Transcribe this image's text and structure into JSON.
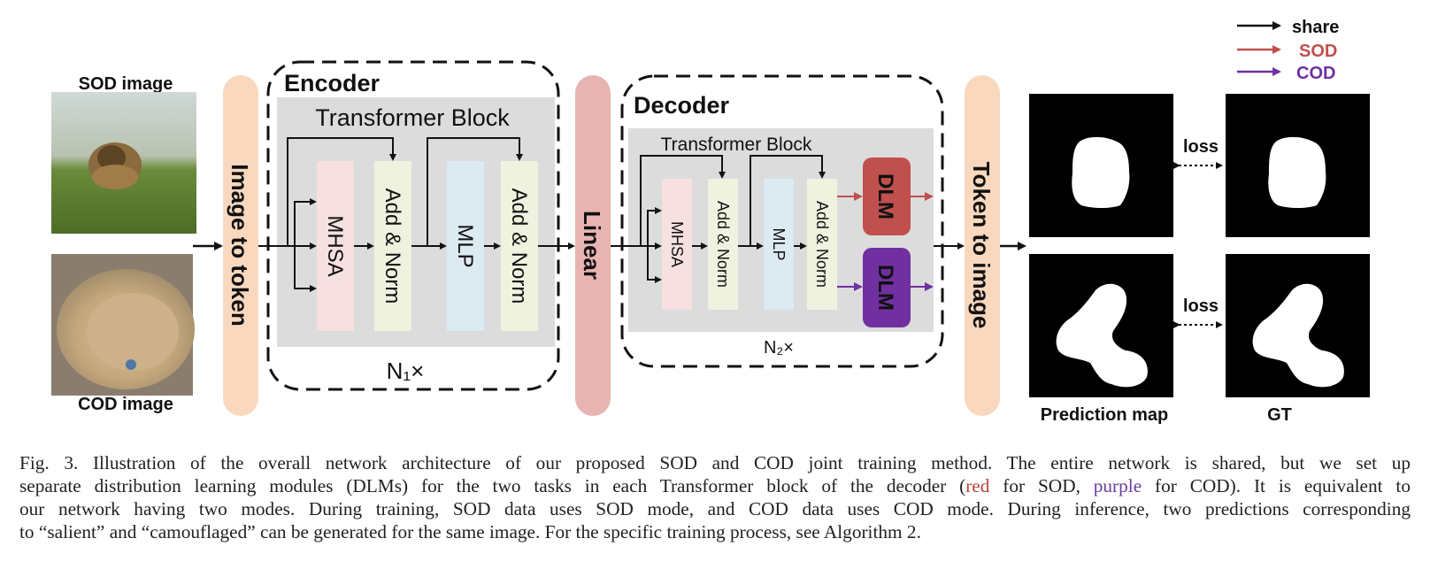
{
  "legend": {
    "items": [
      {
        "label": "share",
        "color": "#111111"
      },
      {
        "label": "SOD",
        "color": "#c0504d"
      },
      {
        "label": "COD",
        "color": "#7030a0"
      }
    ]
  },
  "inputs": {
    "sod_label": "SOD image",
    "cod_label": "COD image"
  },
  "image_to_token": "Image to token",
  "encoder": {
    "title": "Encoder",
    "block_title": "Transformer Block",
    "modules": [
      "MHSA",
      "Add & Norm",
      "MLP",
      "Add & Norm"
    ],
    "repeat": "N₁×"
  },
  "linear": "Linear",
  "decoder": {
    "title": "Decoder",
    "block_title": "Transformer Block",
    "modules": [
      "MHSA",
      "Add & Norm",
      "MLP",
      "Add & Norm"
    ],
    "dlm_label": "DLM",
    "repeat": "N₂×"
  },
  "token_to_image": "Token to image",
  "outputs": {
    "loss_label": "loss",
    "prediction_label": "Prediction map",
    "gt_label": "GT"
  },
  "colors": {
    "token_block": "#f9d8be",
    "linear_block": "#e8b4b2",
    "transformer_bg": "#dcdcdc",
    "mhsa": "#f6e0e0",
    "add_norm": "#eef2df",
    "mlp": "#dceaf2",
    "dlm_sod": "#c0504d",
    "dlm_cod": "#7030a0"
  },
  "caption": {
    "lines": [
      "Fig. 3.  Illustration of the overall network architecture of our proposed SOD and COD joint training method. The entire network is shared, but we set up",
      "separate distribution learning modules (DLMs) for the two tasks in each Transformer block of the decoder (",
      "red",
      " for SOD, ",
      "purple",
      " for COD). It is equivalent to",
      "our network having two modes. During training, SOD data uses SOD mode, and COD data uses COD mode. During inference, two predictions corresponding",
      "to “salient” and “camouflaged” can be generated for the same image. For the specific training process, see Algorithm 2."
    ]
  }
}
